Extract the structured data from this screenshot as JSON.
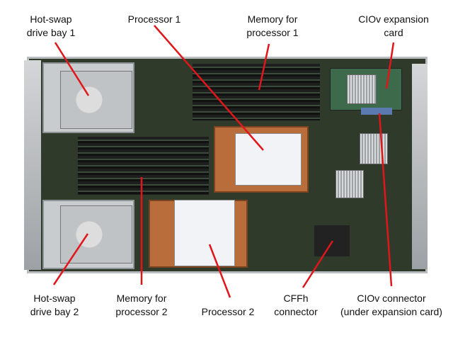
{
  "labels": {
    "bay1": "Hot-swap\ndrive bay 1",
    "proc1": "Processor 1",
    "mem1": "Memory for\nprocessor 1",
    "ciov_card": "CIOv expansion\ncard",
    "bay2": "Hot-swap\ndrive bay 2",
    "mem2": "Memory for\nprocessor 2",
    "proc2": "Processor 2",
    "cffh": "CFFh\nconnector",
    "ciov_conn": "CIOv connector\n(under expansion card)"
  },
  "colors": {
    "pointer": "#e0161b",
    "board": "#2f3a2a",
    "heatsink": "#b86d3b"
  }
}
